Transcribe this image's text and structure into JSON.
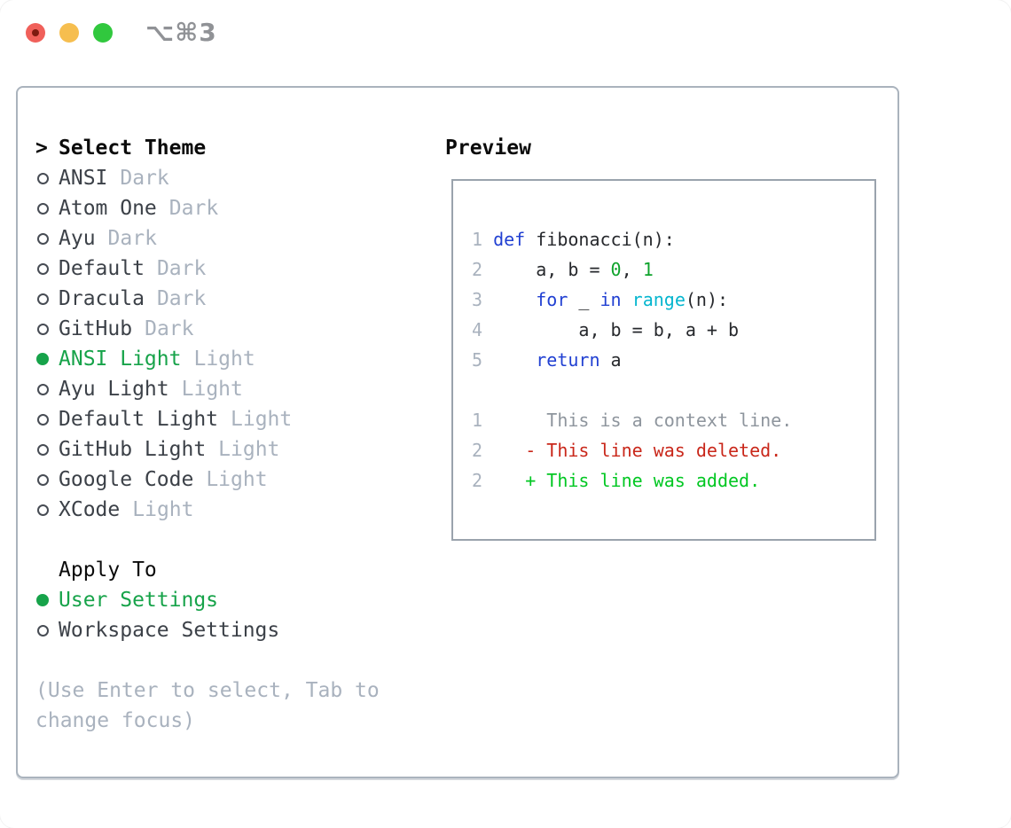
{
  "window": {
    "shortcut": "⌥⌘3",
    "traffic_lights": [
      "close",
      "minimize",
      "zoom"
    ]
  },
  "theme_selector": {
    "prompt": ">",
    "title": "Select Theme",
    "themes": [
      {
        "name": "ANSI",
        "variant": "Dark",
        "selected": false
      },
      {
        "name": "Atom One",
        "variant": "Dark",
        "selected": false
      },
      {
        "name": "Ayu",
        "variant": "Dark",
        "selected": false
      },
      {
        "name": "Default",
        "variant": "Dark",
        "selected": false
      },
      {
        "name": "Dracula",
        "variant": "Dark",
        "selected": false
      },
      {
        "name": "GitHub",
        "variant": "Dark",
        "selected": false
      },
      {
        "name": "ANSI Light",
        "variant": "Light",
        "selected": true
      },
      {
        "name": "Ayu Light",
        "variant": "Light",
        "selected": false
      },
      {
        "name": "Default Light",
        "variant": "Light",
        "selected": false
      },
      {
        "name": "GitHub Light",
        "variant": "Light",
        "selected": false
      },
      {
        "name": "Google Code",
        "variant": "Light",
        "selected": false
      },
      {
        "name": "XCode",
        "variant": "Light",
        "selected": false
      }
    ],
    "apply_to": {
      "title": "Apply To",
      "options": [
        {
          "label": "User Settings",
          "selected": true
        },
        {
          "label": "Workspace Settings",
          "selected": false
        }
      ]
    },
    "hint": "(Use Enter to select, Tab to change focus)"
  },
  "preview": {
    "title": "Preview",
    "lines": [
      [
        {
          "t": "1 ",
          "c": "ln"
        },
        {
          "t": "def",
          "c": "kw"
        },
        {
          "t": " fibonacci(n):",
          "c": "pl"
        }
      ],
      [
        {
          "t": "2 ",
          "c": "ln"
        },
        {
          "t": "    a, b = ",
          "c": "pl"
        },
        {
          "t": "0",
          "c": "nu"
        },
        {
          "t": ", ",
          "c": "pl"
        },
        {
          "t": "1",
          "c": "nu"
        }
      ],
      [
        {
          "t": "3 ",
          "c": "ln"
        },
        {
          "t": "    ",
          "c": "pl"
        },
        {
          "t": "for",
          "c": "kw"
        },
        {
          "t": " _ ",
          "c": "pl"
        },
        {
          "t": "in",
          "c": "kw"
        },
        {
          "t": " ",
          "c": "pl"
        },
        {
          "t": "range",
          "c": "fn"
        },
        {
          "t": "(n):",
          "c": "pl"
        }
      ],
      [
        {
          "t": "4 ",
          "c": "ln"
        },
        {
          "t": "        a, b = b, a + b",
          "c": "pl"
        }
      ],
      [
        {
          "t": "5 ",
          "c": "ln"
        },
        {
          "t": "    ",
          "c": "pl"
        },
        {
          "t": "return",
          "c": "kw"
        },
        {
          "t": " a",
          "c": "pl"
        }
      ],
      [],
      [
        {
          "t": "1 ",
          "c": "ln"
        },
        {
          "t": "     This is a context line.",
          "c": "ctx"
        }
      ],
      [
        {
          "t": "2 ",
          "c": "ln"
        },
        {
          "t": "   - This line was deleted.",
          "c": "del"
        }
      ],
      [
        {
          "t": "2 ",
          "c": "ln"
        },
        {
          "t": "   + This line was added.",
          "c": "add"
        }
      ]
    ]
  },
  "colors": {
    "accent_green": "#17a34a",
    "keyword_blue": "#2140d2",
    "function_cyan": "#06b6cf",
    "number_green": "#0fa32c",
    "deleted_red": "#c9271a",
    "added_green": "#01c722",
    "context_gray": "#8e959d",
    "muted_gray": "#a9b2be",
    "text_dark": "#3c4148",
    "border_gray": "#aab3bd",
    "preview_border": "#9aa3ad",
    "close_red": "#f0605a",
    "close_dot": "#7d1a10",
    "minimize_yellow": "#f6be4f",
    "zoom_green": "#31c83e",
    "shortcut_gray": "#909296"
  }
}
